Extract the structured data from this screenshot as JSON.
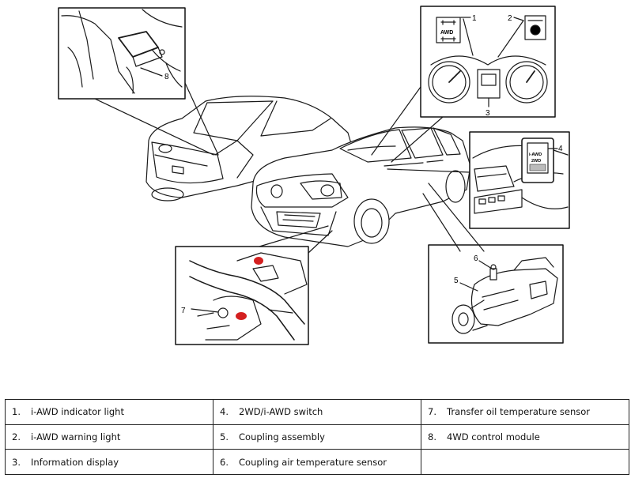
{
  "callouts": {
    "c1": "1",
    "c2": "2",
    "c3": "3",
    "c4": "4",
    "c5": "5",
    "c6": "6",
    "c7": "7",
    "c8": "8"
  },
  "gauge": {
    "awd_text": "AWD"
  },
  "switch_panel": {
    "top_text": "i-AWD",
    "bottom_text": "2WD"
  },
  "legend": {
    "rows": [
      [
        {
          "num": "1.",
          "text": "i-AWD indicator light"
        },
        {
          "num": "4.",
          "text": "2WD/i-AWD switch"
        },
        {
          "num": "7.",
          "text": "Transfer oil temperature sensor"
        }
      ],
      [
        {
          "num": "2.",
          "text": "i-AWD warning light"
        },
        {
          "num": "5.",
          "text": "Coupling assembly"
        },
        {
          "num": "8.",
          "text": "4WD control module"
        }
      ],
      [
        {
          "num": "3.",
          "text": "Information display"
        },
        {
          "num": "6.",
          "text": "Coupling air temperature sensor"
        },
        {
          "num": "",
          "text": ""
        }
      ]
    ]
  },
  "colors": {
    "line": "#1a1a1a",
    "sensor_highlight": "#d42020",
    "background": "#ffffff"
  }
}
